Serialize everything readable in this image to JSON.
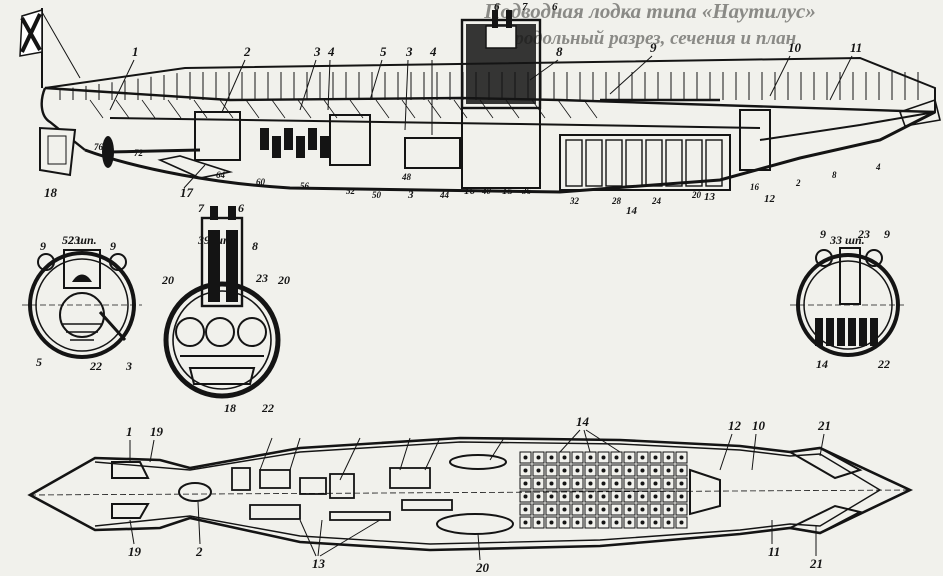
{
  "faint_text": {
    "line1": "Подводная лодка типа «Наутилус»",
    "line2": "продольный разрез, сечения и план"
  },
  "section_labels": {
    "s52": "52 шп.",
    "s39": "39 шп.",
    "s33": "33 шп."
  },
  "profile_labels": [
    {
      "id": "p1",
      "text": "1"
    },
    {
      "id": "p2",
      "text": "2"
    },
    {
      "id": "p3a",
      "text": "3"
    },
    {
      "id": "p4a",
      "text": "4"
    },
    {
      "id": "p5a",
      "text": "5"
    },
    {
      "id": "p3b",
      "text": "3"
    },
    {
      "id": "p4b",
      "text": "4"
    },
    {
      "id": "p6a",
      "text": "6"
    },
    {
      "id": "p7",
      "text": "7"
    },
    {
      "id": "p6b",
      "text": "6"
    },
    {
      "id": "p8",
      "text": "8"
    },
    {
      "id": "p9",
      "text": "9"
    },
    {
      "id": "p10",
      "text": "10"
    },
    {
      "id": "p11",
      "text": "11"
    },
    {
      "id": "p18",
      "text": "18"
    },
    {
      "id": "p17",
      "text": "17"
    },
    {
      "id": "p76",
      "text": "76"
    },
    {
      "id": "p72",
      "text": "72"
    },
    {
      "id": "p64",
      "text": "64"
    },
    {
      "id": "p60",
      "text": "60"
    },
    {
      "id": "p56",
      "text": "56"
    },
    {
      "id": "p52",
      "text": "52"
    },
    {
      "id": "p50",
      "text": "50"
    },
    {
      "id": "p48",
      "text": "48"
    },
    {
      "id": "p44",
      "text": "44"
    },
    {
      "id": "p3c",
      "text": "3"
    },
    {
      "id": "p16a",
      "text": "16"
    },
    {
      "id": "p40",
      "text": "40"
    },
    {
      "id": "p15",
      "text": "15"
    },
    {
      "id": "p36",
      "text": "36"
    },
    {
      "id": "p32",
      "text": "32"
    },
    {
      "id": "p28",
      "text": "28"
    },
    {
      "id": "p14",
      "text": "14"
    },
    {
      "id": "p24",
      "text": "24"
    },
    {
      "id": "p20",
      "text": "20"
    },
    {
      "id": "p13",
      "text": "13"
    },
    {
      "id": "p16b",
      "text": "16"
    },
    {
      "id": "p12",
      "text": "12"
    },
    {
      "id": "p2b",
      "text": "2"
    },
    {
      "id": "p8b",
      "text": "8"
    },
    {
      "id": "p4c",
      "text": "4"
    }
  ],
  "section_numbers": [
    {
      "id": "a9l",
      "text": "9"
    },
    {
      "id": "a23",
      "text": "23"
    },
    {
      "id": "a9r",
      "text": "9"
    },
    {
      "id": "a5",
      "text": "5"
    },
    {
      "id": "a22",
      "text": "22"
    },
    {
      "id": "a3",
      "text": "3"
    },
    {
      "id": "b7",
      "text": "7"
    },
    {
      "id": "b6",
      "text": "6"
    },
    {
      "id": "b8",
      "text": "8"
    },
    {
      "id": "b20l",
      "text": "20"
    },
    {
      "id": "b23",
      "text": "23"
    },
    {
      "id": "b20r",
      "text": "20"
    },
    {
      "id": "b18",
      "text": "18"
    },
    {
      "id": "b22",
      "text": "22"
    },
    {
      "id": "c9l",
      "text": "9"
    },
    {
      "id": "c23",
      "text": "23"
    },
    {
      "id": "c9r",
      "text": "9"
    },
    {
      "id": "c14",
      "text": "14"
    },
    {
      "id": "c22",
      "text": "22"
    }
  ],
  "plan_labels": [
    {
      "id": "q1",
      "text": "1"
    },
    {
      "id": "q19a",
      "text": "19"
    },
    {
      "id": "q19b",
      "text": "19"
    },
    {
      "id": "q2",
      "text": "2"
    },
    {
      "id": "q14",
      "text": "14"
    },
    {
      "id": "q12",
      "text": "12"
    },
    {
      "id": "q10",
      "text": "10"
    },
    {
      "id": "q21a",
      "text": "21"
    },
    {
      "id": "q21b",
      "text": "21"
    },
    {
      "id": "q11",
      "text": "11"
    },
    {
      "id": "q13",
      "text": "13"
    },
    {
      "id": "q20",
      "text": "20"
    }
  ],
  "colors": {
    "ink": "#141414",
    "paper": "#f1f1ec",
    "faint": "#8a8a86"
  }
}
